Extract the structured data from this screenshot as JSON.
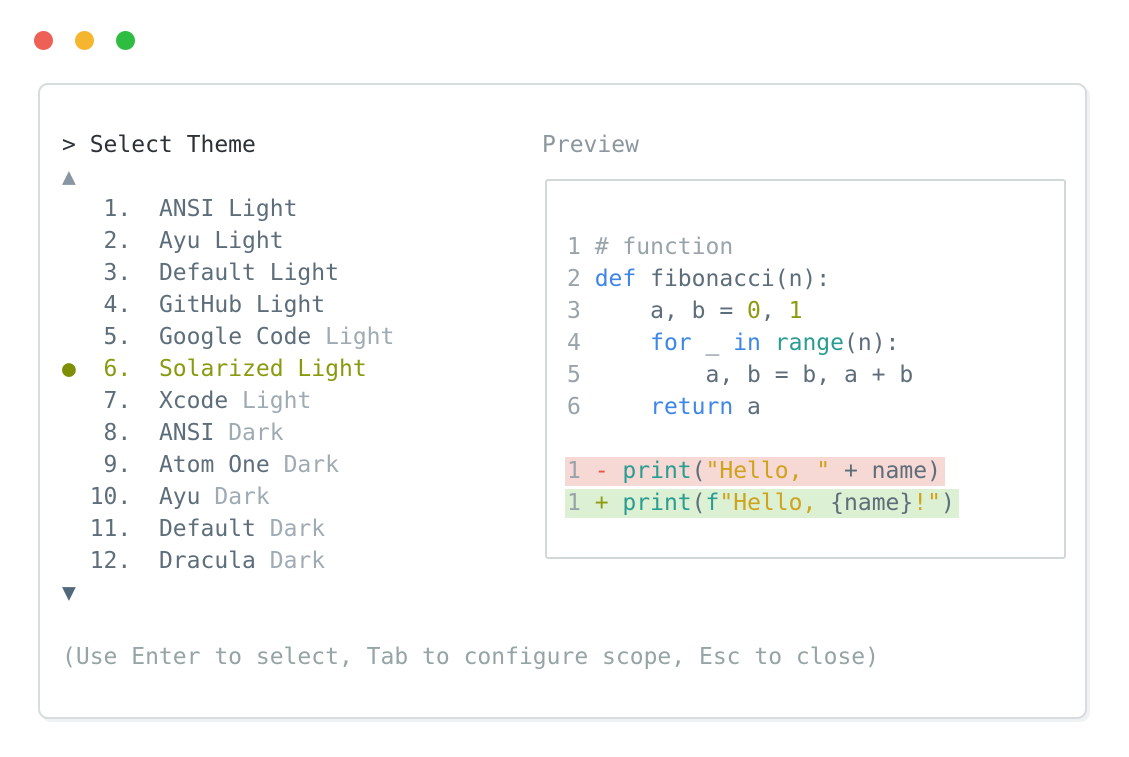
{
  "window": {
    "controls": [
      {
        "name": "close",
        "color": "#ee5f55"
      },
      {
        "name": "minimize",
        "color": "#f5b52e"
      },
      {
        "name": "maximize",
        "color": "#2ebd41"
      }
    ]
  },
  "prompt": "> Select Theme",
  "preview": {
    "label": "Preview"
  },
  "list": {
    "scroll_up_icon": "▲",
    "scroll_down_icon": "▼",
    "selected_number": 6,
    "themes": [
      {
        "num": 1,
        "name": "ANSI Light",
        "variant_muted": ""
      },
      {
        "num": 2,
        "name": "Ayu Light",
        "variant_muted": ""
      },
      {
        "num": 3,
        "name": "Default Light",
        "variant_muted": ""
      },
      {
        "num": 4,
        "name": "GitHub Light",
        "variant_muted": ""
      },
      {
        "num": 5,
        "name": "Google Code",
        "variant_muted": "Light"
      },
      {
        "num": 6,
        "name": "Solarized Light",
        "variant_muted": "",
        "selected": true
      },
      {
        "num": 7,
        "name": "Xcode",
        "variant_muted": "Light"
      },
      {
        "num": 8,
        "name": "ANSI",
        "variant_muted": "Dark"
      },
      {
        "num": 9,
        "name": "Atom One",
        "variant_muted": "Dark"
      },
      {
        "num": 10,
        "name": "Ayu",
        "variant_muted": "Dark"
      },
      {
        "num": 11,
        "name": "Default",
        "variant_muted": "Dark"
      },
      {
        "num": 12,
        "name": "Dracula",
        "variant_muted": "Dark"
      }
    ]
  },
  "hint": "(Use Enter to select, Tab to configure scope, Esc to close)",
  "colors": {
    "selected_accent": "#8a9a10",
    "keyword_blue": "#3e86e8",
    "function_teal": "#2a9d92",
    "string_yellow": "#cfa31b",
    "number_olive": "#8c9c12",
    "diff_removed_bg": "#f6d8d4",
    "diff_added_bg": "#dcf0d3",
    "diff_minus_red": "#e25549"
  },
  "code_preview": {
    "lines": [
      {
        "bg": null,
        "segs": [
          {
            "t": "1 ",
            "c": "linenum"
          },
          {
            "t": "# function",
            "c": "comment"
          }
        ]
      },
      {
        "bg": null,
        "segs": [
          {
            "t": "2 ",
            "c": "linenum"
          },
          {
            "t": "def",
            "c": "blue"
          },
          {
            "t": " fibonacci(n):",
            "c": "code"
          }
        ]
      },
      {
        "bg": null,
        "segs": [
          {
            "t": "3 ",
            "c": "linenum"
          },
          {
            "t": "    a, b = ",
            "c": "code"
          },
          {
            "t": "0",
            "c": "olive"
          },
          {
            "t": ", ",
            "c": "code"
          },
          {
            "t": "1",
            "c": "olive"
          }
        ]
      },
      {
        "bg": null,
        "segs": [
          {
            "t": "4 ",
            "c": "linenum"
          },
          {
            "t": "    ",
            "c": "code"
          },
          {
            "t": "for",
            "c": "blue"
          },
          {
            "t": " _ ",
            "c": "code"
          },
          {
            "t": "in",
            "c": "blue"
          },
          {
            "t": " ",
            "c": "code"
          },
          {
            "t": "range",
            "c": "teal"
          },
          {
            "t": "(n):",
            "c": "code"
          }
        ]
      },
      {
        "bg": null,
        "segs": [
          {
            "t": "5 ",
            "c": "linenum"
          },
          {
            "t": "        a, b = b, a + b",
            "c": "code"
          }
        ]
      },
      {
        "bg": null,
        "segs": [
          {
            "t": "6 ",
            "c": "linenum"
          },
          {
            "t": "    ",
            "c": "code"
          },
          {
            "t": "return",
            "c": "blue"
          },
          {
            "t": " a",
            "c": "code"
          }
        ]
      },
      {
        "bg": null,
        "segs": []
      },
      {
        "bg": "removed",
        "segs": [
          {
            "t": "1 ",
            "c": "linenum"
          },
          {
            "t": "- ",
            "c": "red"
          },
          {
            "t": "print",
            "c": "teal"
          },
          {
            "t": "(",
            "c": "code"
          },
          {
            "t": "\"Hello, \"",
            "c": "yellow"
          },
          {
            "t": " + name)",
            "c": "code"
          }
        ]
      },
      {
        "bg": "added",
        "segs": [
          {
            "t": "1 ",
            "c": "linenum"
          },
          {
            "t": "+ ",
            "c": "olive"
          },
          {
            "t": "print",
            "c": "teal"
          },
          {
            "t": "(",
            "c": "code"
          },
          {
            "t": "f",
            "c": "teal"
          },
          {
            "t": "\"Hello, ",
            "c": "yellow"
          },
          {
            "t": "{name}",
            "c": "code"
          },
          {
            "t": "!\"",
            "c": "yellow"
          },
          {
            "t": ")",
            "c": "code"
          }
        ]
      }
    ]
  }
}
